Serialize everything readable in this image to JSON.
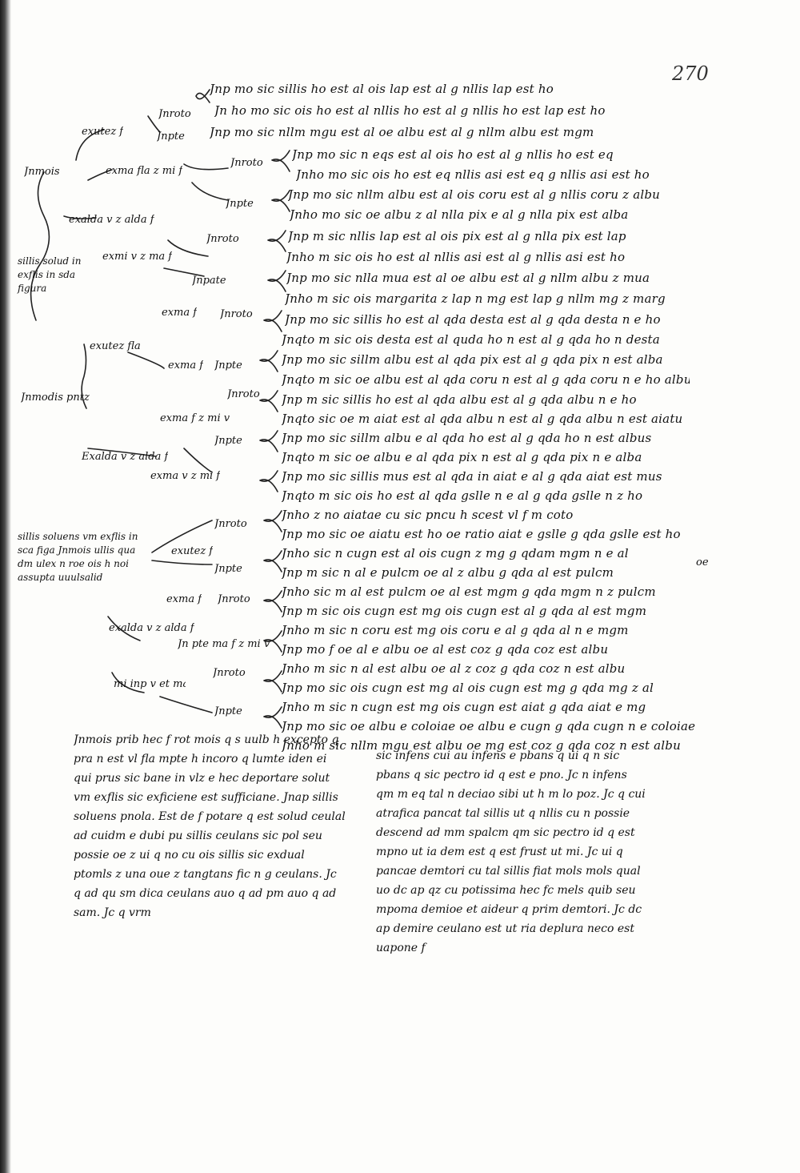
{
  "folio": "270",
  "lines": [
    "Jnp mo sic sillis ho est al ois lap est al g nllis lap est ho",
    "Jn ho mo sic ois ho est al nllis ho est al g nllis ho est lap est ho",
    "Jnp mo sic nllm mgu est al oe albu est al g nllm albu est mgm",
    "Jnp mo sic n eqs est al ois ho est al g nllis ho est eq",
    "Jnho mo sic ois ho est eq nllis asi est eq g nllis asi est ho",
    "Jnp mo sic nllm albu est al ois coru est al g nllis coru z albu",
    "Jnho mo sic oe albu z al nlla pix e al g nlla pix est alba",
    "Jnp m sic nllis lap est al ois pix est al g nlla pix est lap",
    "Jnho m sic ois ho est al nllis asi est al g nllis asi est ho",
    "Jnp mo sic nlla mua est al oe albu est al g nllm albu z mua",
    "Jnho m sic ois margarita z lap n mg est lap g nllm mg z marg",
    "Jnp mo sic sillis ho est al qda desta est al g qda desta n e ho",
    "Jnqto m sic ois desta est al quda ho n est al g qda ho n desta",
    "Jnp mo sic sillm albu est al qda pix est al g qda pix n est alba",
    "Jnqto m sic oe albu est al qda coru n est al g qda coru n e ho albu",
    "Jnp m sic sillis ho est al qda albu est al g qda albu n e ho",
    "Jnqto sic oe m aiat est al qda albu n est al g qda albu n est aiatu",
    "Jnp mo sic sillm albu e al qda ho est al g qda ho n est albus",
    "Jnqto m sic oe albu e al qda pix n est al g qda pix n e alba",
    "Jnp mo sic sillis mus est al qda in aiat e al g qda aiat est mus",
    "Jnqto m sic ois ho est al qda gslle n e al g qda gslle n z ho",
    "Jnho z no aiatae cu sic pncu h scest vl f m coto",
    "Jnp mo sic oe aiatu est ho oe ratio aiat e gslle g qda gslle est ho",
    "Jnho sic n cugn est al ois cugn z mg g qdam mgm n e al",
    "Jnp m sic n al e pulcm oe al z albu g qda al est pulcm",
    "Jnho sic m al est pulcm oe al est mgm g qda mgm n z pulcm",
    "Jnp m sic ois cugn est mg ois cugn est al g qda al est mgm",
    "Jnho m sic n coru est mg ois coru e al g qda al n e mgm",
    "Jnp mo f oe al e albu oe al est coz g qda coz est albu",
    "Jnho m sic n al est albu oe al z coz g qda coz n est albu",
    "Jnp mo sic ois cugn est mg al ois cugn est mg g qda mg z al",
    "Jnho m sic n cugn est mg ois cugn est aiat g qda aiat e mg",
    "Jnp mo sic oe albu e coloiae oe albu e cugn g qda cugn n e coloiae",
    "Jnho m sic nllm mgu est albu oe mg est coz g qda coz n est albu"
  ],
  "labels": [
    "Jnroto",
    "exutez f",
    "Jnpte",
    "Jnmois",
    "exma fla z mi f",
    "Jnroto",
    "Jnpte",
    "exalda v z alda f",
    "Jnroto",
    "exmi v z ma f",
    "Jnpate",
    "exma f",
    "Jnroto",
    "exutez fla",
    "exma f",
    "Jnpte",
    "Jnmodis pntz",
    "Jnroto",
    "exma f z mi v",
    "Jnpte",
    "Exalda v z alda f",
    "exma v z mi f",
    "Jnroto",
    "exutez f",
    "Jnpte",
    "exma f",
    "Jnroto",
    "exalda v z alda f",
    "Jn pte ma f z mi v",
    "Jnroto",
    "mi inp v et ma f",
    "Jnpte",
    "oe"
  ],
  "margin_notes": [
    "sillis solud in exflis in sda figura",
    "sillis soluens vm exflis in sca figa Jnmois ullis qua dm ulex n roe ois h noi assupta uuulsalid"
  ],
  "paragraph_left": "Jnmois prib hec f rot mois q s uulb h excepto q pra n est vl fla mpte h incoro q lumte iden ei qui prus sic bane in vlz e hec deportare solut vm exflis sic exficiene est sufficiane. Jnap sillis soluens pnola. Est de f potare q est solud ceulal ad cuidm e dubi pu sillis ceulans sic pol seu possie oe z ui q no cu ois sillis sic exdual ptomls z una oue z tangtans fic n g ceulans. Jc q ad qu sm dica ceulans auo q ad pm auo q ad sam. Jc q vrm",
  "paragraph_right": "sic infens cui au infens e pbans q ui q n sic pbans q sic pectro id q est e pno. Jc n infens qm m eq tal n deciao sibi ut h m lo poz. Jc q cui atrafica pancat tal sillis ut q nllis cu n possie descend ad mm spalcm qm sic pectro id q est mpno ut ia dem est q est frust ut mi. Jc ui q pancae demtori cu tal sillis fiat mols mols qual uo dc ap qz cu potissima hec fc mels quib seu mpoma demioe et aideur q prim demtori. Jc dc ap demire ceulano est ut ria deplura neco est uapone f"
}
